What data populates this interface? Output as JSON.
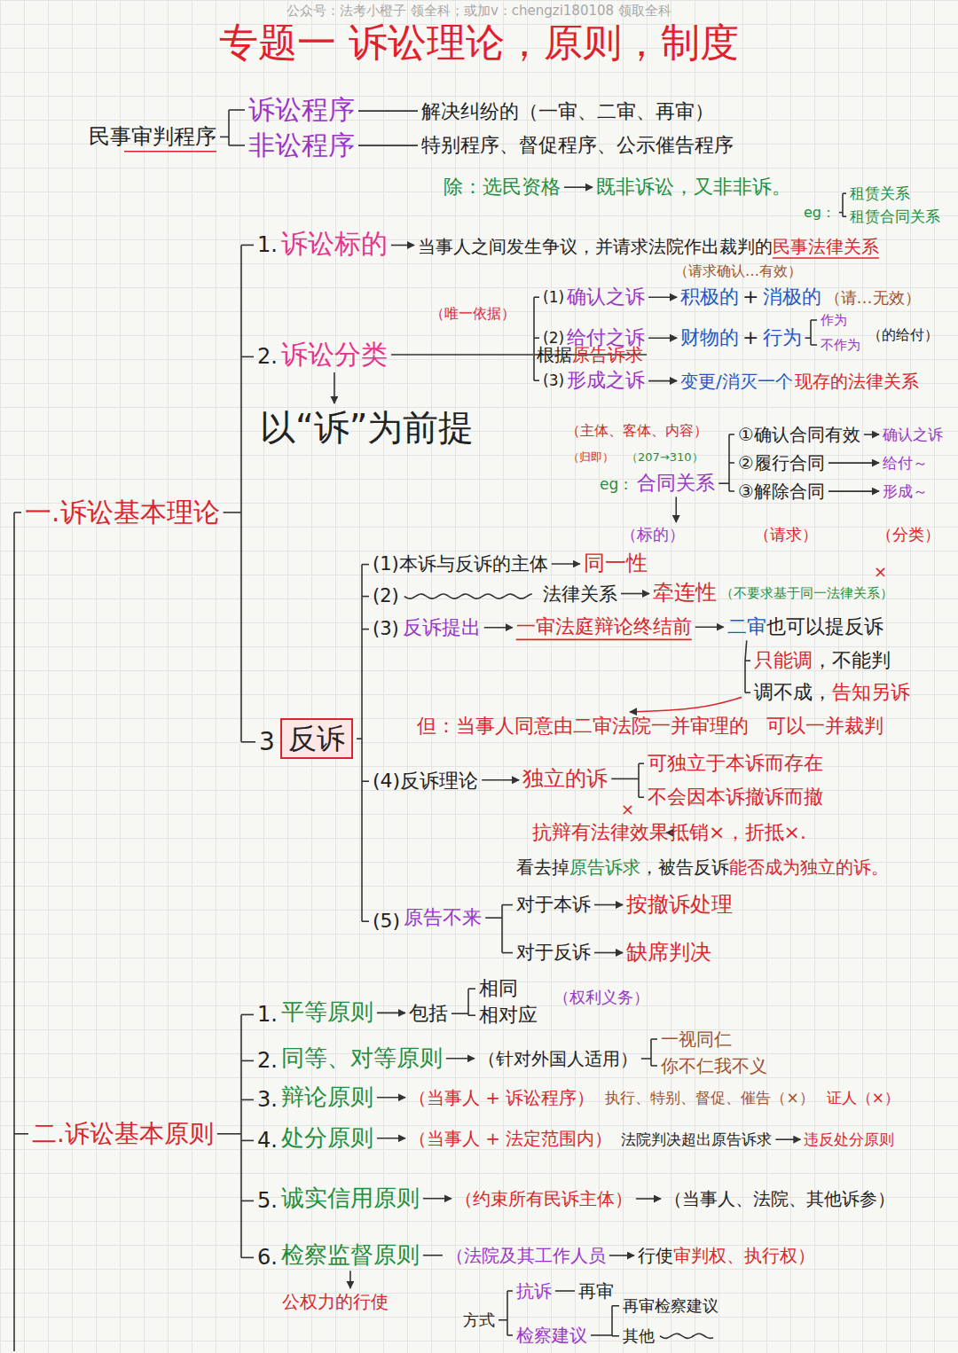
{
  "diagram": {
    "title": "专题一 诉讼理论，原则，制度",
    "nodes": [
      {
        "text": [
          "反诉"
        ]
      }
    ],
    "labels": [
      "公众号：法考小橙子 领全科；或加v：chengzi180108 领取全科",
      "民事审判程序",
      "诉讼程序",
      "解决纠纷的（一审、二审、再审）",
      "非讼程序",
      "特别程序、督促程序、公示催告程序",
      "除：选民资格",
      "既非诉讼，又非非诉。",
      "eg：",
      "租赁关系",
      "租赁合同关系",
      "一.诉讼基本理论",
      "1.",
      "诉讼标的",
      "当事人之间发生争议，并请求法院作出裁判的",
      "民事法律关系",
      "（请求确认…有效）",
      "2.",
      "诉讼分类",
      "（唯一依据）",
      "根据",
      "原告诉求",
      "(1)",
      "确认之诉",
      "积极的",
      "+",
      "消极的",
      "（请…无效）",
      "(2)",
      "给付之诉",
      "财物的",
      "+",
      "行为",
      "作为",
      "不作为",
      "（的给付）",
      "(3)",
      "形成之诉",
      "变更/消灭一个",
      "现存的法律关系",
      "以“诉”为前提",
      "（主体、客体、内容）",
      "（归即）",
      "（207→310）",
      "eg：",
      "合同关系",
      "①确认合同有效",
      "确认之诉",
      "②履行合同",
      "给付～",
      "③解除合同",
      "形成～",
      "（标的）",
      "（请求）",
      "（分类）",
      "3",
      "(1)本诉与反诉的主体",
      "同一性",
      "(2)",
      "法律关系",
      "牵连性",
      "（不要求基于同一法律关系）",
      "×",
      "(3)",
      "反诉提出",
      "一审法庭辩论终结前",
      "二审",
      "也可以提反诉",
      "只能调",
      "，不能判",
      "调不成，",
      "告知另诉",
      "但：当事人同意由二审法院一并审理的",
      "可以一并裁判",
      "(4)反诉理论",
      "独立的诉",
      "可独立于本诉而存在",
      "不会因本诉撤诉而撤",
      "抗辩有法律效果",
      "×",
      "抵销×，折抵×.",
      "看去掉",
      "原告诉求",
      "，被告反诉",
      "能否成为独立的诉。",
      "(5)",
      "原告不来",
      "对于本诉",
      "按撤诉处理",
      "对于反诉",
      "缺席判决",
      "二.诉讼基本原则",
      "1.",
      "平等原则",
      "包括",
      "相同",
      "相对应",
      "（权利义务）",
      "2.",
      "同等、对等原则",
      "（针对外国人适用）",
      "一视同仁",
      "你不仁我不义",
      "3.",
      "辩论原则",
      "（当事人 + 诉讼程序）",
      "执行、特别、督促、催告（×）",
      "证人（×）",
      "4.",
      "处分原则",
      "（当事人 + 法定范围内）",
      "法院判决超出原告诉求",
      "违反处分原则",
      "5.",
      "诚实信用原则",
      "（约束所有民诉主体）",
      "（当事人、法院、其他诉参）",
      "6.",
      "检察监督原则",
      "（法院及其工作人员",
      "行使",
      "审判权、执行权）",
      "公权力的行使",
      "方式",
      "抗诉",
      "再审",
      "检察建议",
      "再审检察建议",
      "其他"
    ]
  }
}
